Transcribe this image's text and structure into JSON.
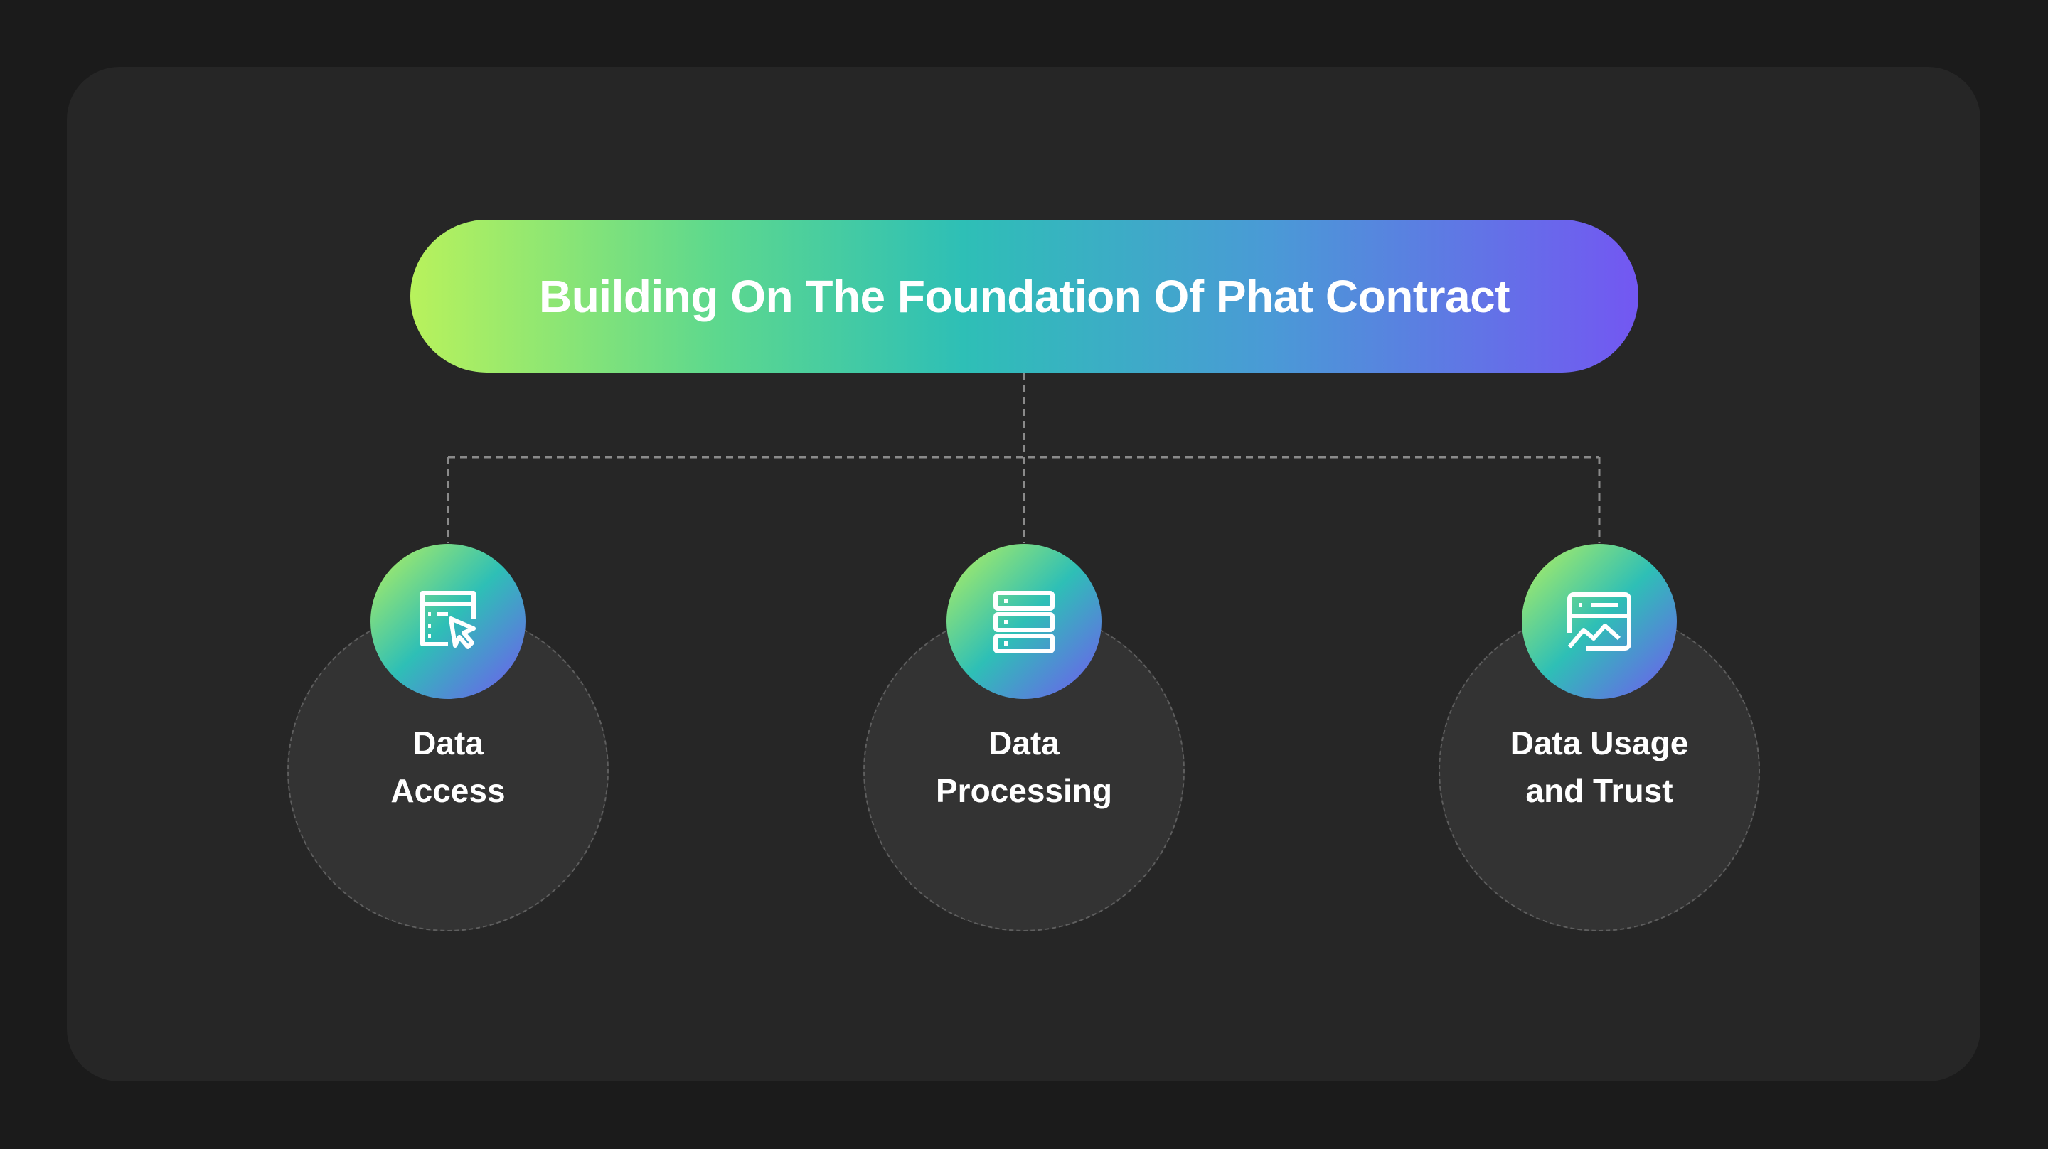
{
  "title": "Building On The Foundation Of Phat Contract",
  "nodes": [
    {
      "line1": "Data",
      "line2": "Access",
      "icon": "data-access-icon"
    },
    {
      "line1": "Data",
      "line2": "Processing",
      "icon": "server-stack-icon"
    },
    {
      "line1": "Data Usage",
      "line2": "and Trust",
      "icon": "dashboard-chart-icon"
    }
  ],
  "colors": {
    "background": "#1b1b1b",
    "card": "#262626",
    "circle": "#333333",
    "gradient_start": "#b8f25c",
    "gradient_mid": "#2ebfb6",
    "gradient_end": "#7357f2"
  }
}
